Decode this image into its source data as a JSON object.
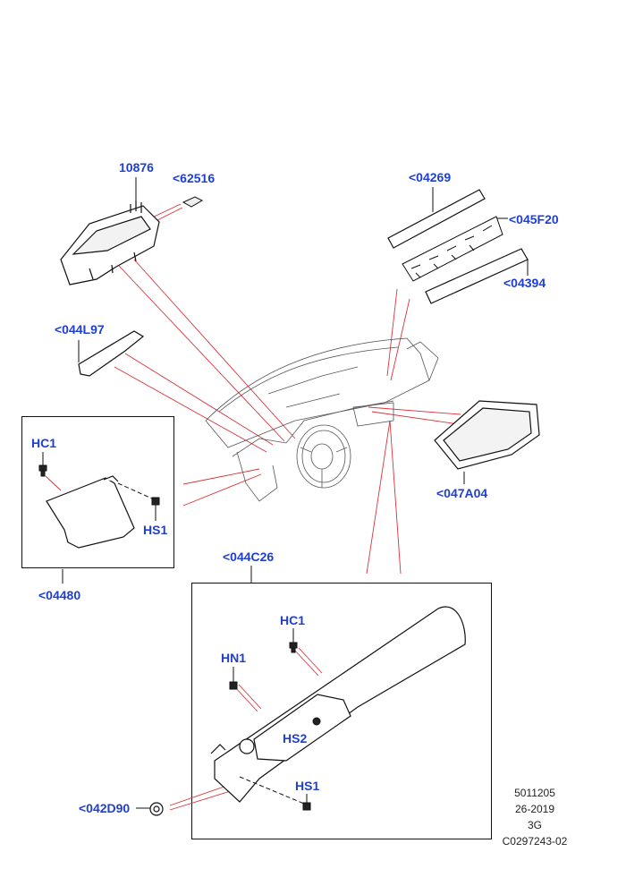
{
  "callouts": {
    "c10876": "10876",
    "c62516": "<62516",
    "c04269": "<04269",
    "c045F20": "<045F20",
    "c04394": "<04394",
    "c044L97": "<044L97",
    "cHC1_left": "HC1",
    "cHS1_left": "HS1",
    "c04480": "<04480",
    "c047A04": "<047A04",
    "c044C26": "<044C26",
    "cHC1_right": "HC1",
    "cHN1": "HN1",
    "cHS2": "HS2",
    "cHS1_right": "HS1",
    "c042D90": "<042D90"
  },
  "meta": {
    "line1": "5011205",
    "line2": "26-2019",
    "line3": "3G",
    "line4": "C0297243-02"
  },
  "colors": {
    "callout": "#1f3fd1",
    "leader": "#d9333a",
    "outline": "#111111"
  }
}
